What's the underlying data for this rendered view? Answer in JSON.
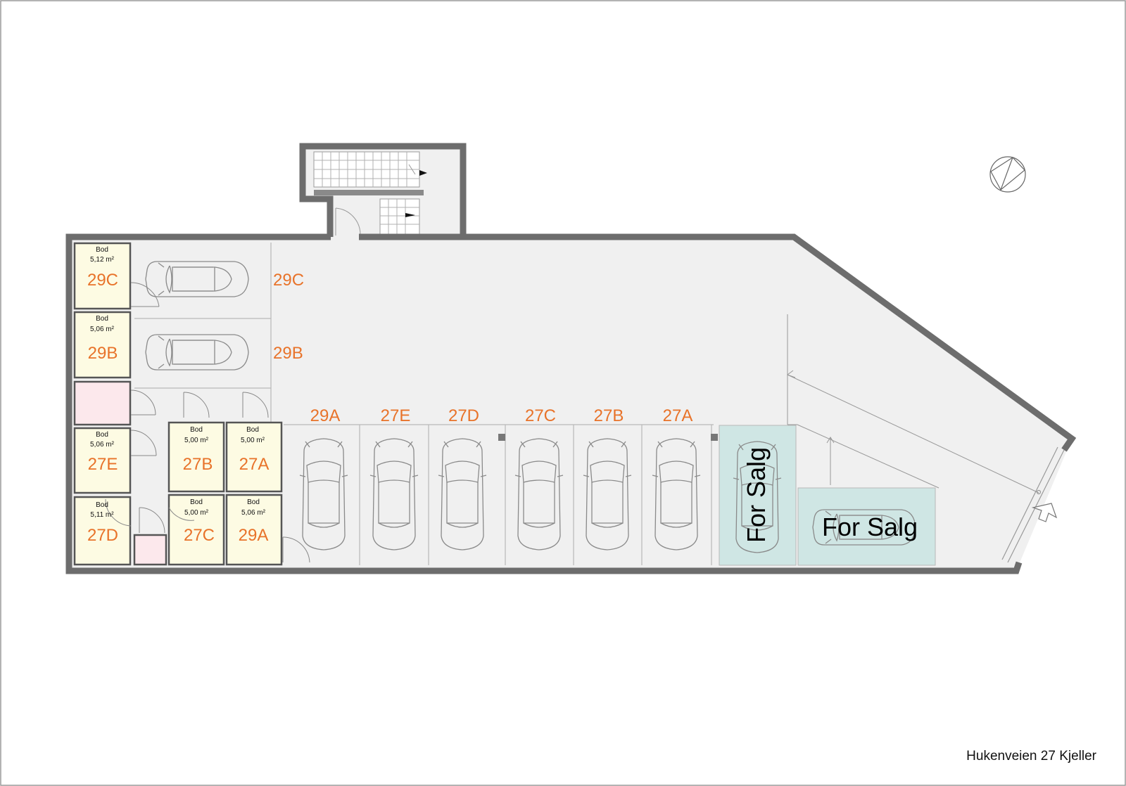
{
  "caption": "Hukenveien 27 Kjeller",
  "storage_rooms": [
    {
      "id": "bod-29c",
      "title": "Bod",
      "area": "5,12 m²",
      "unit": "29C"
    },
    {
      "id": "bod-29b",
      "title": "Bod",
      "area": "5,06 m²",
      "unit": "29B"
    },
    {
      "id": "bod-27e",
      "title": "Bod",
      "area": "5,06 m²",
      "unit": "27E"
    },
    {
      "id": "bod-27d",
      "title": "Bod",
      "area": "5,11 m²",
      "unit": "27D"
    },
    {
      "id": "bod-27b",
      "title": "Bod",
      "area": "5,00 m²",
      "unit": "27B"
    },
    {
      "id": "bod-27a",
      "title": "Bod",
      "area": "5,00 m²",
      "unit": "27A"
    },
    {
      "id": "bod-27c",
      "title": "Bod",
      "area": "5,00 m²",
      "unit": "27C"
    },
    {
      "id": "bod-29a",
      "title": "Bod",
      "area": "5,06 m²",
      "unit": "29A"
    }
  ],
  "parking_side": [
    "29C",
    "29B"
  ],
  "parking_row": [
    "29A",
    "27E",
    "27D",
    "27C",
    "27B",
    "27A"
  ],
  "for_sale": [
    "For Salg",
    "For Salg"
  ],
  "colors": {
    "wall": "#6d6d6d",
    "floor": "#f0f0f0",
    "storage": "#fdfbe3",
    "technical": "#fce8ec",
    "for_sale": "#cfe6e4",
    "label": "#e8732a"
  },
  "icons": [
    "north-arrow-icon",
    "stair-icon",
    "entrance-arrow-icon",
    "car-icon"
  ]
}
